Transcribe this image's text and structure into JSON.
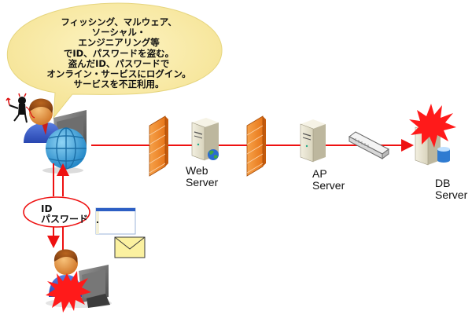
{
  "speech_bubble": {
    "lines": [
      "フィッシング、マルウェア、",
      "ソーシャル・",
      "エンジニアリング等",
      "でID、パスワードを盗む。",
      "盗んだID、パスワードで",
      "オンライン・サービスにログイン。",
      "サービスを不正利用。"
    ]
  },
  "nodes": {
    "web_server": {
      "line1": "Web",
      "line2": "Server"
    },
    "ap_server": {
      "line1": "AP",
      "line2": "Server"
    },
    "db_server": {
      "line1": "DB",
      "line2": "Server"
    }
  },
  "credentials": {
    "line1": "ID",
    "line2": "パスワード"
  },
  "colors": {
    "attack_line": "#ee1111",
    "bubble_fill": "#fbeeaa",
    "firewall": "#f08a20",
    "explosion": "#ff1a1a",
    "envelope": "#fbf1a0"
  }
}
